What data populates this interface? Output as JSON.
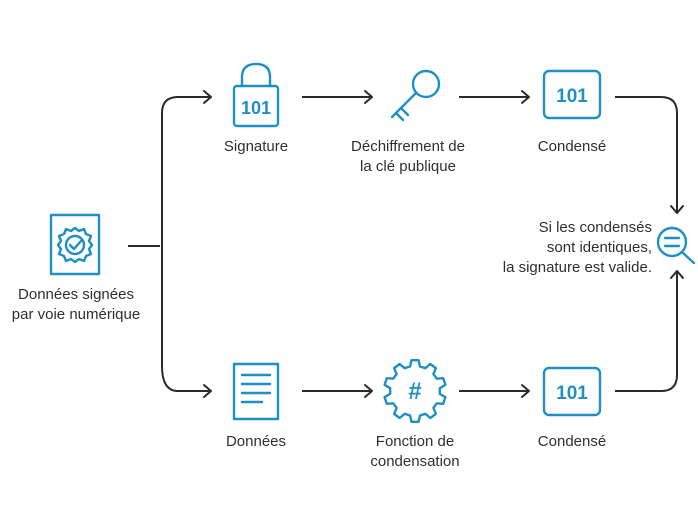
{
  "nodes": {
    "signed_data": {
      "line1": "Données signées",
      "line2": "par voie numérique"
    },
    "signature": {
      "label": "Signature",
      "icon": "lock-icon",
      "binary": "101"
    },
    "decryption": {
      "line1": "Déchiffrement de",
      "line2": "la clé publique",
      "icon": "key-icon"
    },
    "digest_top": {
      "label": "Condensé",
      "icon": "binary-icon",
      "binary": "101"
    },
    "data": {
      "label": "Données",
      "icon": "document-icon"
    },
    "hash_function": {
      "line1": "Fonction de",
      "line2": "condensation",
      "icon": "gear-hash-icon",
      "glyph": "#"
    },
    "digest_bottom": {
      "label": "Condensé",
      "icon": "binary-icon",
      "binary": "101"
    },
    "compare": {
      "line1": "Si les condensés",
      "line2": "sont identiques,",
      "line3": "la signature est valide.",
      "icon": "magnifier-equals-icon"
    }
  },
  "colors": {
    "icon": "#1f8fc4",
    "connector": "#2a2a2a",
    "text": "#2f2f2f"
  }
}
